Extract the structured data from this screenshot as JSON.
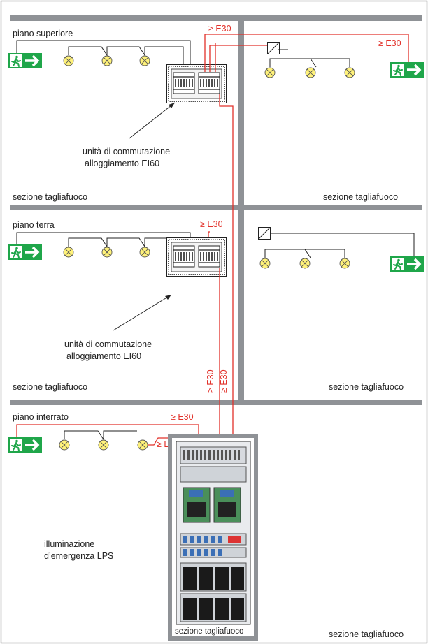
{
  "floors": {
    "upper": "piano superiore",
    "ground": "piano terra",
    "basement": "piano interrato"
  },
  "fire_section_label": "sezione tagliafuoco",
  "cable_rating_label": "≥ E30",
  "switching_unit_line1": "unità di commutazione",
  "switching_unit_line2": "alloggiamento EI60",
  "lps_line1": "illuminazione",
  "lps_line2": "d’emergenza LPS",
  "colors": {
    "wall": "#8f9296",
    "cable_red": "#e2312a",
    "exit_sign_green": "#1fa64a",
    "lamp_yellow": "#fff27a"
  },
  "icons": [
    "exit-sign-icon",
    "lamp-icon",
    "switch-unit-icon",
    "converter-icon",
    "lps-cabinet-icon"
  ]
}
